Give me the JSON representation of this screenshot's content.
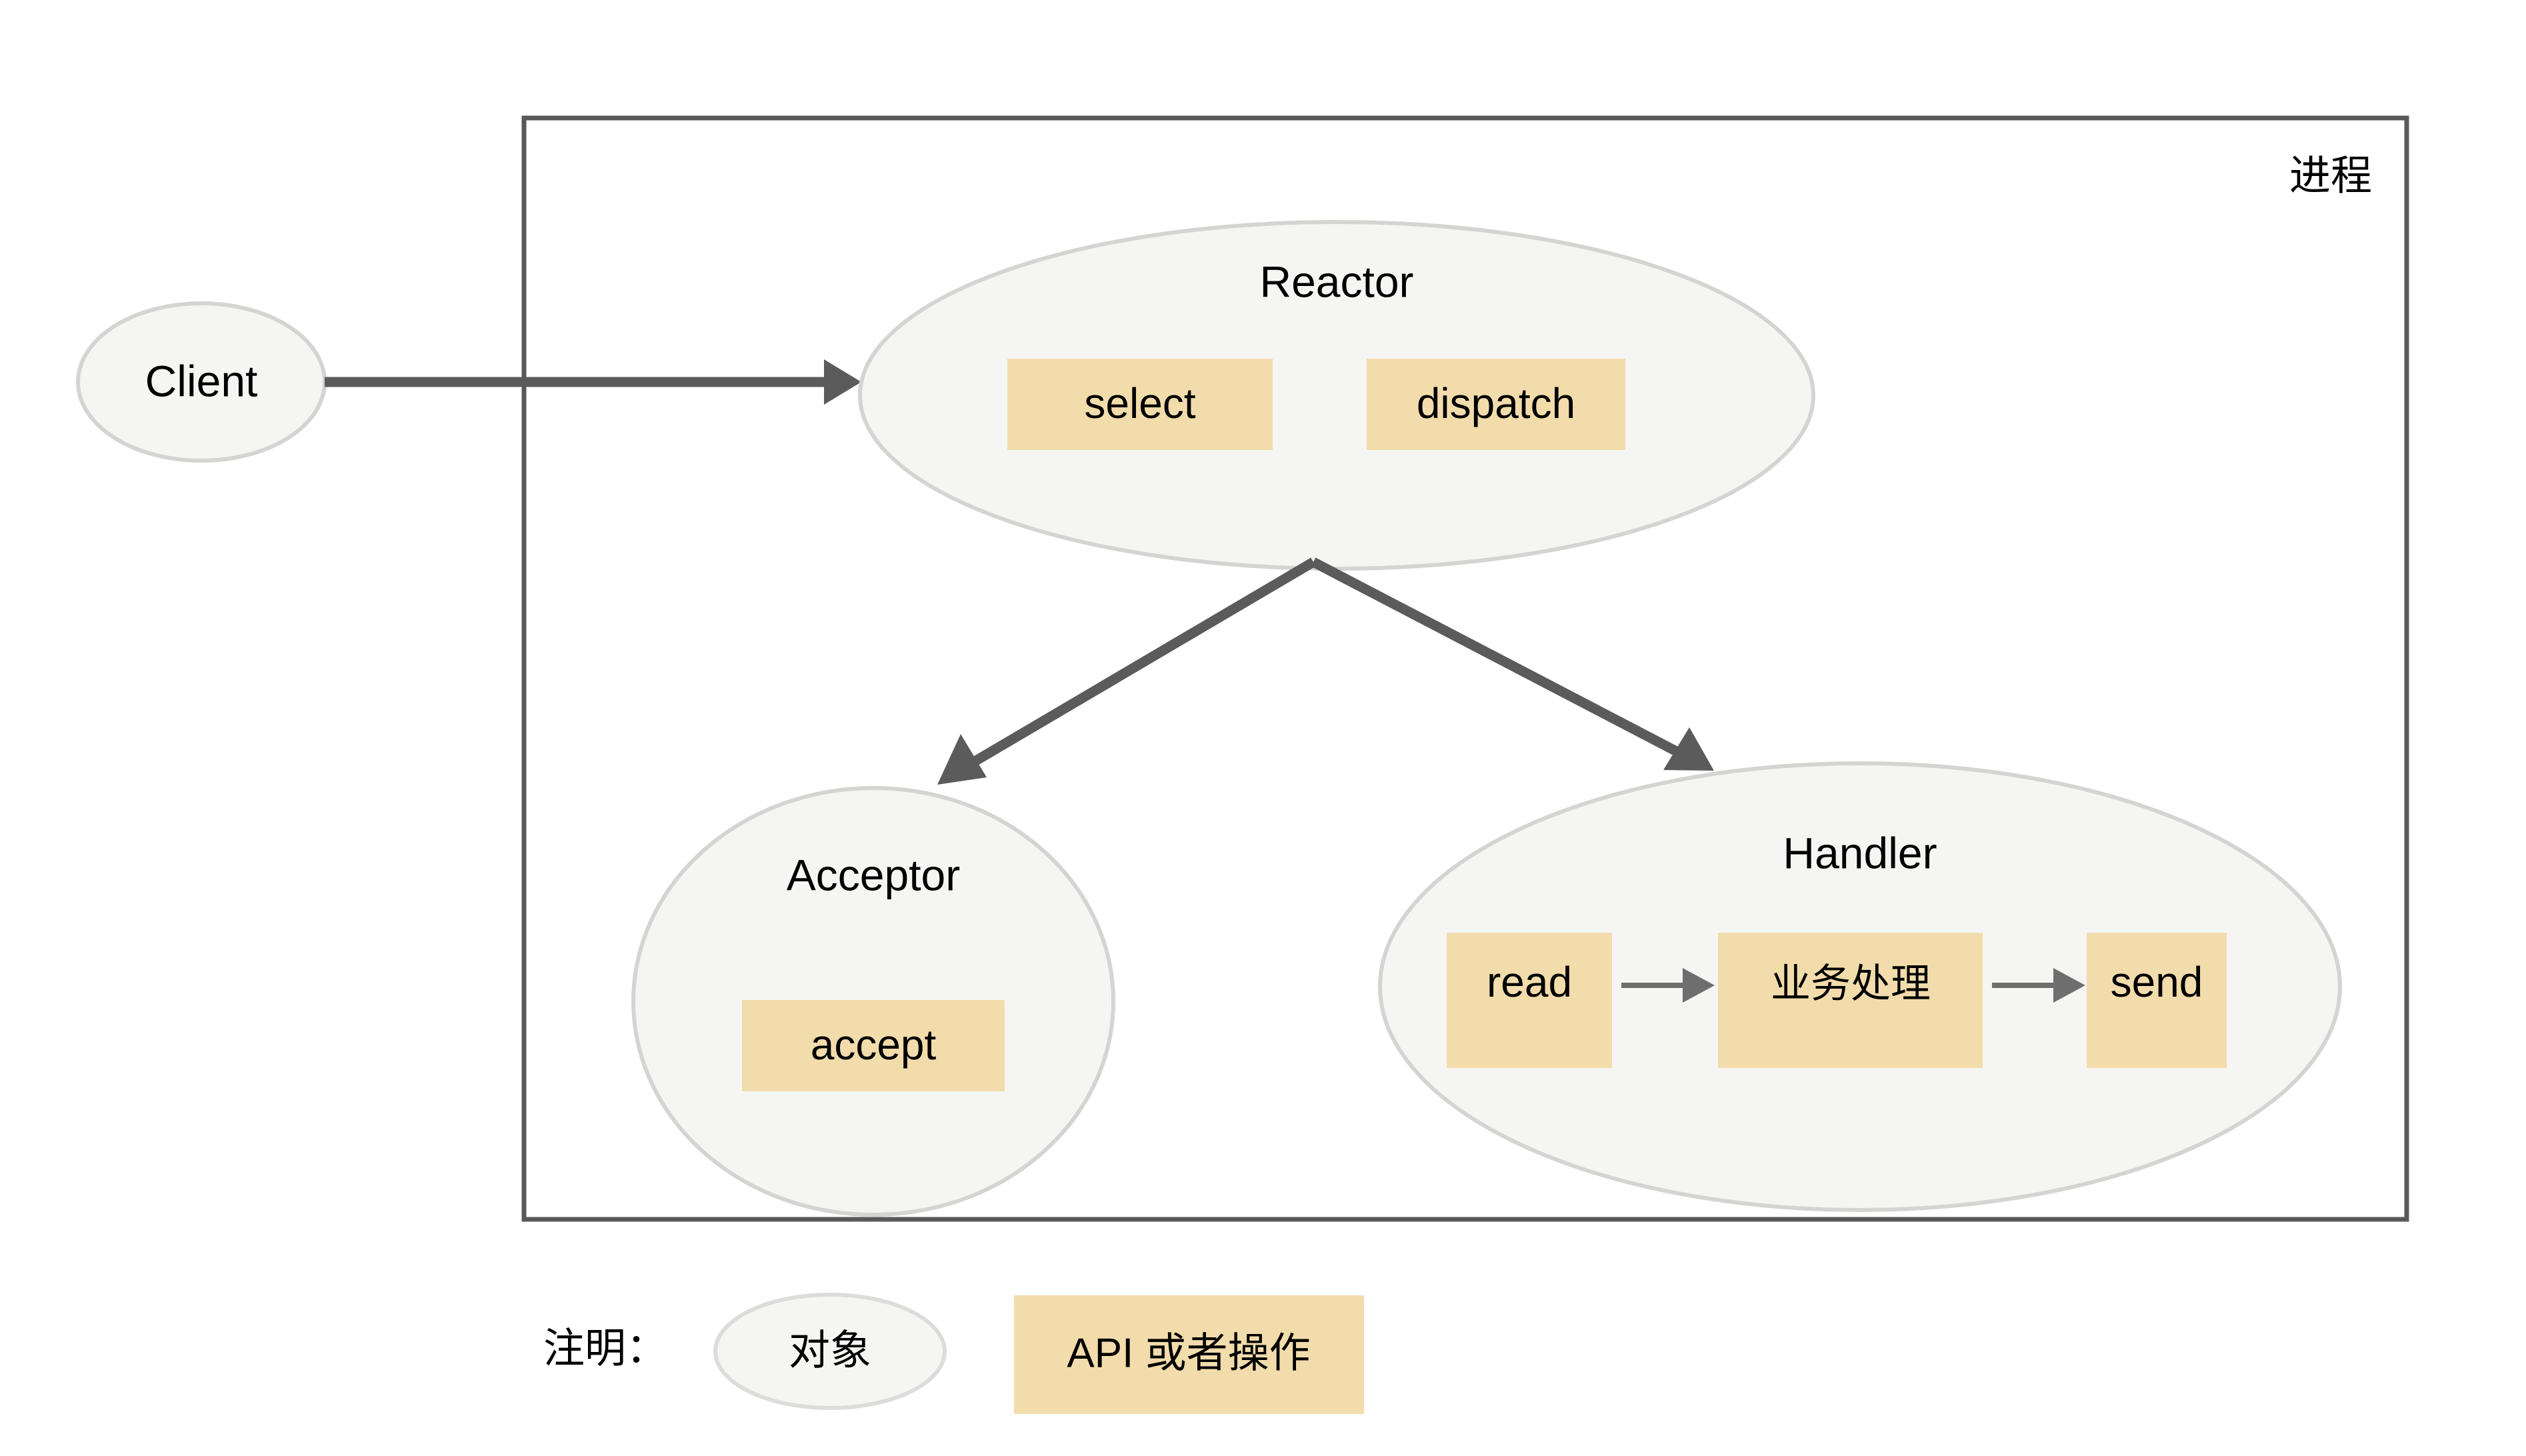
{
  "diagram": {
    "title_text": "进程",
    "colors": {
      "node_fill": "#f5f5f3",
      "node_stroke": "#d4d4d2",
      "operation_fill": "#f2dcab",
      "edge": "#5b5b5b",
      "frame": "#595959",
      "text": "#000000",
      "background": "#ffffff"
    },
    "external_nodes": [
      {
        "id": "client",
        "label": "Client",
        "shape": "ellipse"
      }
    ],
    "process_box": {
      "label": "进程",
      "label_position": "top-right"
    },
    "nodes": [
      {
        "id": "reactor",
        "label": "Reactor",
        "shape": "ellipse",
        "operations": [
          {
            "id": "select",
            "label": "select"
          },
          {
            "id": "dispatch",
            "label": "dispatch"
          }
        ]
      },
      {
        "id": "acceptor",
        "label": "Acceptor",
        "shape": "ellipse",
        "operations": [
          {
            "id": "accept",
            "label": "accept"
          }
        ]
      },
      {
        "id": "handler",
        "label": "Handler",
        "shape": "ellipse",
        "operations": [
          {
            "id": "read",
            "label": "read"
          },
          {
            "id": "business",
            "label": "业务处理"
          },
          {
            "id": "send",
            "label": "send"
          }
        ]
      }
    ],
    "edges": [
      {
        "id": "client-to-reactor",
        "from": "client",
        "to": "reactor",
        "style": "thick",
        "label": ""
      },
      {
        "id": "reactor-to-acceptor",
        "from": "reactor",
        "to": "acceptor",
        "style": "thick",
        "label": ""
      },
      {
        "id": "reactor-to-handler",
        "from": "reactor",
        "to": "handler",
        "style": "thick",
        "label": ""
      },
      {
        "id": "read-to-business",
        "from": "read",
        "to": "business",
        "style": "thin",
        "label": ""
      },
      {
        "id": "business-to-send",
        "from": "business",
        "to": "send",
        "style": "thin",
        "label": ""
      }
    ],
    "legend": {
      "title": "注明：",
      "items": [
        {
          "id": "legend-object",
          "label": "对象",
          "shape": "ellipse"
        },
        {
          "id": "legend-api",
          "label": "API 或者操作",
          "shape": "rect"
        }
      ]
    }
  }
}
